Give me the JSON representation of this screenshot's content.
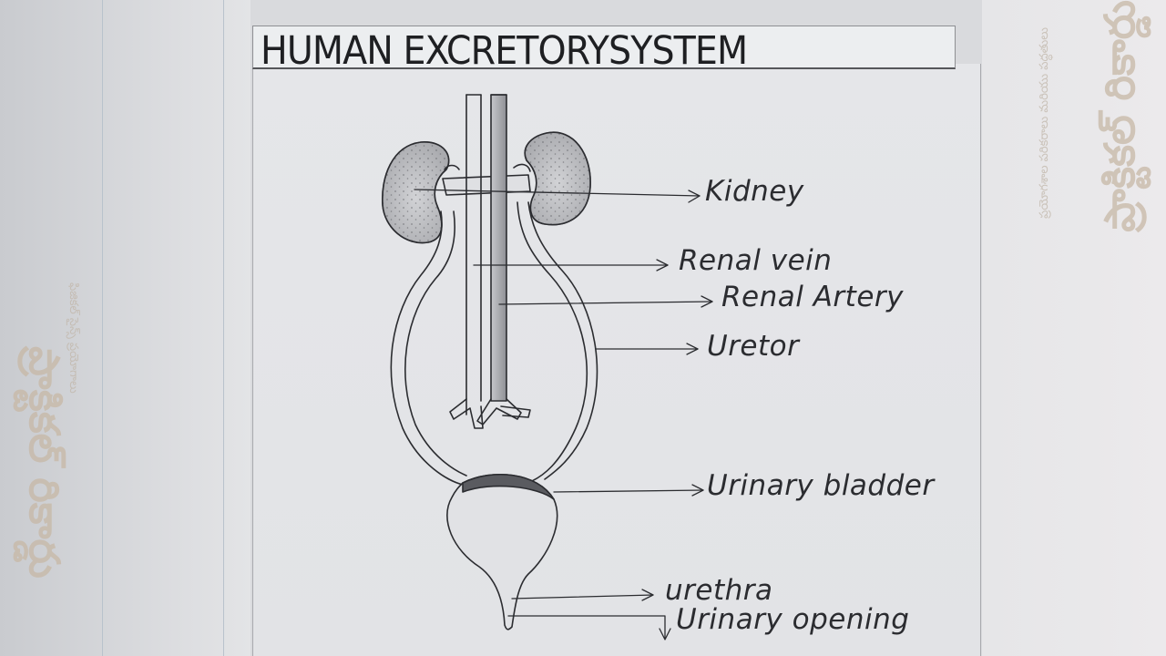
{
  "title": "HUMAN EXCRETORYSYSTEM",
  "labels": {
    "kidney": "Kidney",
    "renal_vein": "Renal vein",
    "renal_artery": "Renal Artery",
    "ureter": "Uretor",
    "urinary_bladder": "Urinary bladder",
    "urethra": "urethra",
    "urinary_opening": "Urinary opening"
  },
  "background_text": {
    "left_big": "ప్రాక్టికల్ రికార్డు",
    "left_small": "ఫిజికల్ సైన్స్ ప్రయోగాలు",
    "right_big": "ప్రాక్టికల్ రికార్డు",
    "right_small": "ప్రయోగశాల పరికరాలు మరియు పద్ధతులు"
  },
  "colors": {
    "pencil": "#2b2c30",
    "paper": "#e4e5e8",
    "ghost_print": "#c7b8a6"
  }
}
